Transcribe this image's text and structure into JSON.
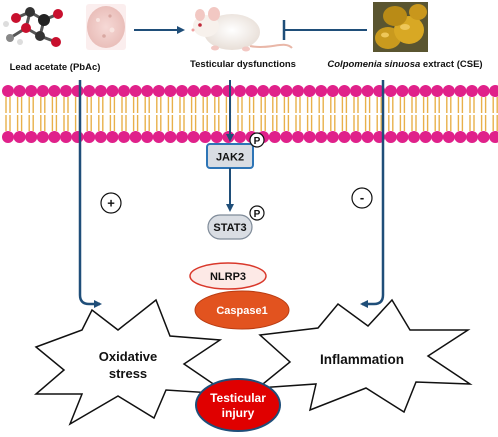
{
  "inputs": {
    "lead_acetate_label": "Lead acetate (PbAc)",
    "testicular_label": "Testicular dysfunctions",
    "cse_label_italic": "Colpomenia sinuosa",
    "cse_label_rest": " extract (CSE)"
  },
  "signals": {
    "plus": "+",
    "minus": "-",
    "phospho": "P"
  },
  "pathway": {
    "jak2": "JAK2",
    "stat3": "STAT3",
    "nlrp3": "NLRP3",
    "caspase": "Caspase1"
  },
  "outcomes": {
    "oxidative_line1": "Oxidative",
    "oxidative_line2": "stress",
    "inflammation": "Inflammation",
    "injury_line1": "Testicular",
    "injury_line2": "injury"
  },
  "colors": {
    "arrow": "#1f4e79",
    "lipid_head": "#e0218a",
    "lipid_tail": "#e8b04a",
    "jak2_fill": "#d9dde3",
    "jak2_stroke": "#2e75b6",
    "stat3_fill": "#d9dde3",
    "nlrp3_fill": "#fde9e6",
    "nlrp3_stroke": "#d9382b",
    "caspase_fill": "#e2531f",
    "injury_fill": "#e00000"
  }
}
